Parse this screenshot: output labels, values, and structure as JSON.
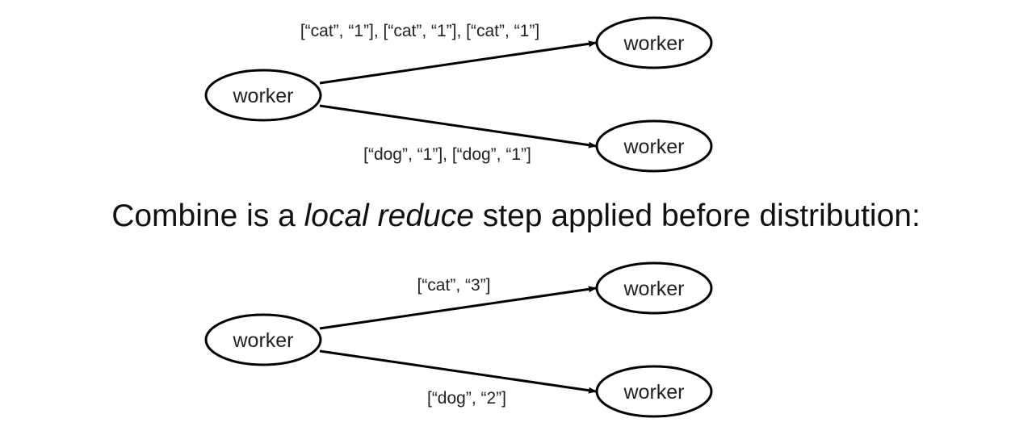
{
  "diagram_top": {
    "source": {
      "label": "worker"
    },
    "target_upper": {
      "label": "worker"
    },
    "target_lower": {
      "label": "worker"
    },
    "edge_upper_label": "[“cat”, “1”], [“cat”, “1”], [“cat”, “1”]",
    "edge_lower_label": "[“dog”, “1”], [“dog”, “1”]"
  },
  "caption": {
    "before": "Combine is a ",
    "emphasis": "local reduce",
    "after": " step applied before distribution:"
  },
  "diagram_bottom": {
    "source": {
      "label": "worker"
    },
    "target_upper": {
      "label": "worker"
    },
    "target_lower": {
      "label": "worker"
    },
    "edge_upper_label": "[“cat”, “3”]",
    "edge_lower_label": "[“dog”, “2”]"
  }
}
